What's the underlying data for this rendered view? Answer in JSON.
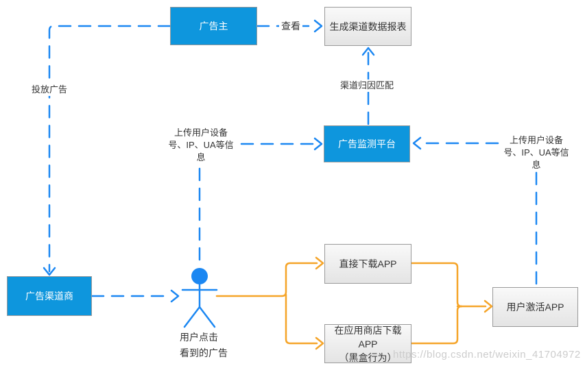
{
  "diagram": {
    "nodes": {
      "advertiser": {
        "label": "广告主"
      },
      "report": {
        "label": "生成渠道数据报表"
      },
      "monitor": {
        "label": "广告监测平台"
      },
      "channel": {
        "label": "广告渠道商"
      },
      "direct_download": {
        "label": "直接下载APP"
      },
      "store_download": {
        "label": "在应用商店下载APP",
        "label_line2": "（黑盒行为）"
      },
      "activate": {
        "label": "用户激活APP"
      }
    },
    "edge_labels": {
      "view": "查看",
      "place_ad": "投放广告",
      "attribution": "渠道归因匹配",
      "upload_left": {
        "line1": "上传用户设备",
        "line2": "号、IP、UA等信",
        "line3": "息"
      },
      "upload_right": {
        "line1": "上传用户设备",
        "line2": "号、IP、UA等信",
        "line3": "息"
      },
      "user_click": {
        "line1": "用户点击",
        "line2": "看到的广告"
      }
    }
  },
  "watermark": "https://blog.csdn.net/weixin_41704972",
  "colors": {
    "node_blue": "#0e96dd",
    "line_blue": "#1b87f2",
    "orange": "#f5a428",
    "border_gray": "#999999",
    "text_dark": "#333333",
    "watermark": "#cccccc",
    "bg": "#ffffff"
  }
}
